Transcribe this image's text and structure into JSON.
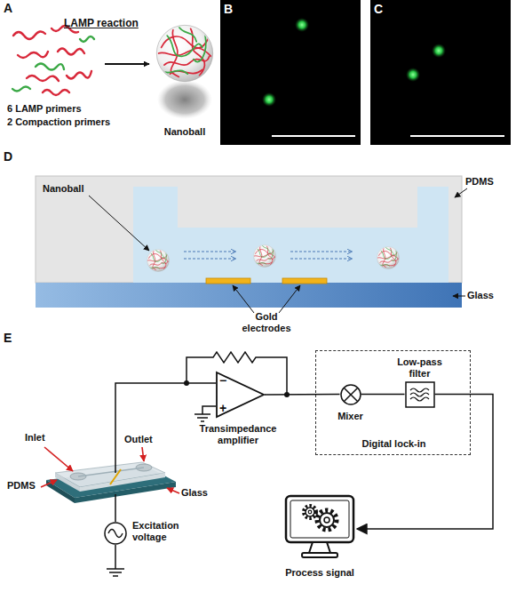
{
  "diagram": {
    "nodes": [
      {
        "text": [
          "−",
          "+",
          "Transimpedance amplifier"
        ]
      },
      {
        "text": [
          "Digital lock-in"
        ]
      },
      {
        "text": [
          "Mixer"
        ],
        "in": 1
      },
      {
        "text": [
          "Low-pass filter"
        ],
        "in": 1
      },
      {
        "text": [
          "Process signal"
        ]
      },
      {
        "text": [
          "Excitation voltage"
        ]
      }
    ],
    "edges": [
      {
        "from": 0,
        "to": 2,
        "arrow": "none"
      },
      {
        "from": 2,
        "to": 3,
        "arrow": "none"
      },
      {
        "from": 3,
        "to": 4,
        "arrow": "to"
      }
    ],
    "labels": [
      "A",
      "LAMP reaction",
      "6 LAMP primers",
      "2 Compaction primers",
      "Nanoball",
      "B",
      "C",
      "D",
      "Nanoball",
      "PDMS",
      "Glass",
      "Gold electrodes",
      "E",
      "Inlet",
      "Outlet",
      "PDMS",
      "Glass"
    ]
  }
}
